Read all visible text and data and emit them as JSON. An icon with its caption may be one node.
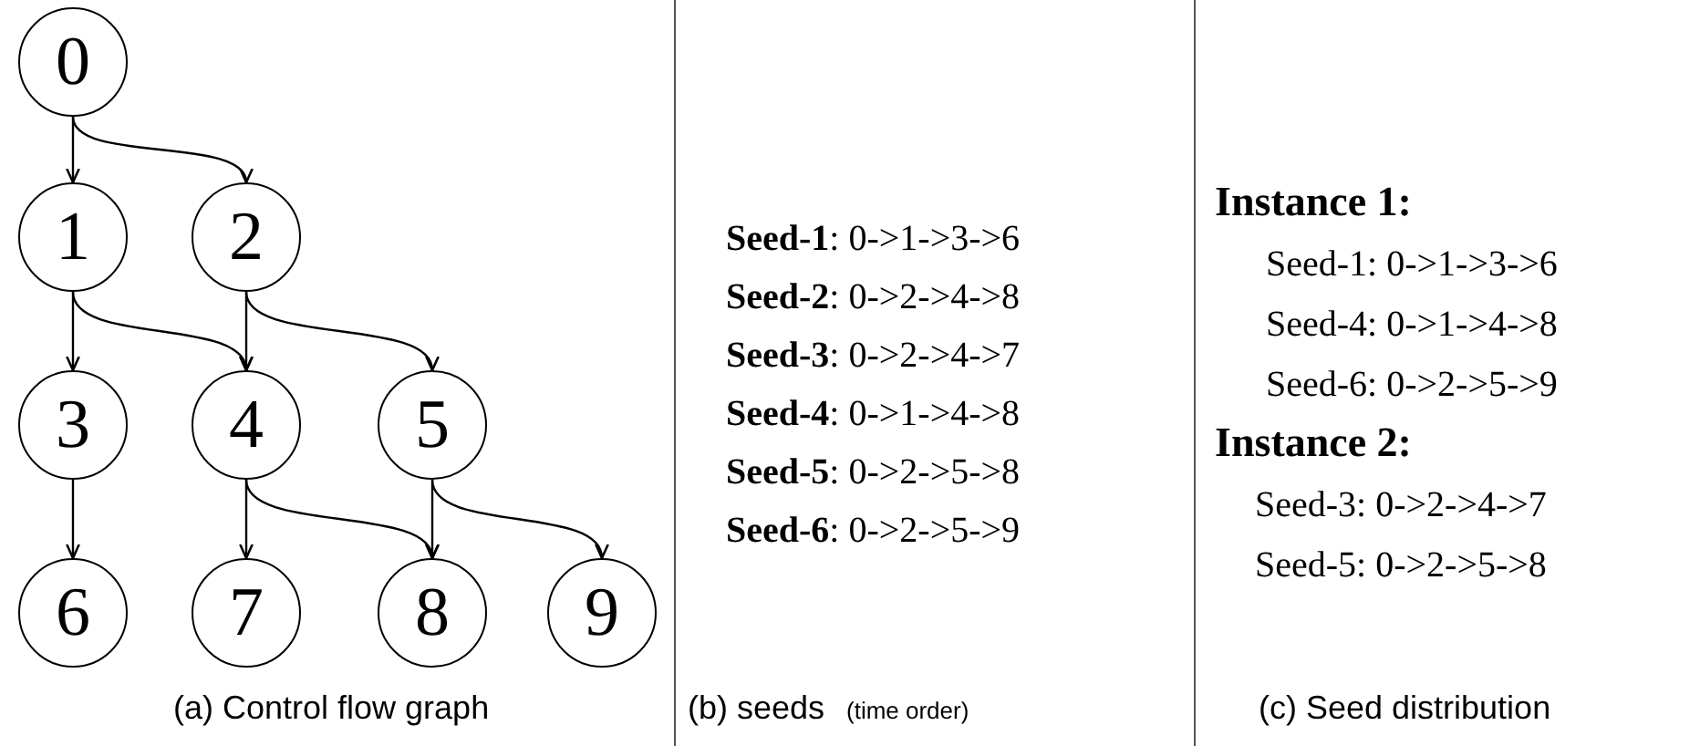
{
  "diagram": {
    "nodes": [
      {
        "text": [
          "0"
        ]
      },
      {
        "text": [
          "1"
        ]
      },
      {
        "text": [
          "2"
        ]
      },
      {
        "text": [
          "3"
        ]
      },
      {
        "text": [
          "4"
        ]
      },
      {
        "text": [
          "5"
        ]
      },
      {
        "text": [
          "6"
        ]
      },
      {
        "text": [
          "7"
        ]
      },
      {
        "text": [
          "8"
        ]
      },
      {
        "text": [
          "9"
        ]
      }
    ],
    "edges": [
      {
        "from": 0,
        "to": 1,
        "arrow": "to"
      },
      {
        "from": 0,
        "to": 2,
        "arrow": "to"
      },
      {
        "from": 1,
        "to": 3,
        "arrow": "to"
      },
      {
        "from": 1,
        "to": 4,
        "arrow": "to"
      },
      {
        "from": 2,
        "to": 4,
        "arrow": "to"
      },
      {
        "from": 2,
        "to": 5,
        "arrow": "to"
      },
      {
        "from": 3,
        "to": 6,
        "arrow": "to"
      },
      {
        "from": 4,
        "to": 7,
        "arrow": "to"
      },
      {
        "from": 4,
        "to": 8,
        "arrow": "to"
      },
      {
        "from": 5,
        "to": 8,
        "arrow": "to"
      },
      {
        "from": 5,
        "to": 9,
        "arrow": "to"
      }
    ],
    "labels": [
      "**Seed-1**: 0->1->3->6",
      "**Seed-2**: 0->2->4->8",
      "**Seed-3**: 0->2->4->7",
      "**Seed-4**: 0->1->4->8",
      "**Seed-5**: 0->2->5->8",
      "**Seed-6**: 0->2->5->9",
      "Instance 1:",
      "Seed-1: 0->1->3->6",
      "Seed-4: 0->1->4->8",
      "Seed-6: 0->2->5->9",
      "Instance 2:",
      "Seed-3: 0->2->4->7",
      "Seed-5: 0->2->5->8",
      "(a) Control flow graph",
      "(b) seeds",
      "(time order)",
      "(c) Seed distribution"
    ]
  }
}
